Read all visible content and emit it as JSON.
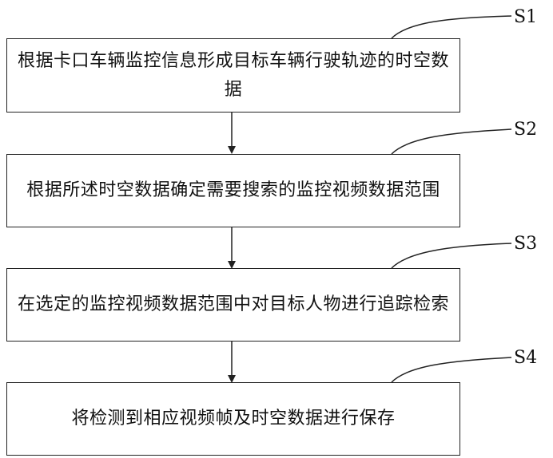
{
  "steps": [
    {
      "id": "S1",
      "text": "根据卡口车辆监控信息形成目标车辆行驶轨迹的时空数据"
    },
    {
      "id": "S2",
      "text": "根据所述时空数据确定需要搜索的监控视频数据范围"
    },
    {
      "id": "S3",
      "text": "在选定的监控视频数据范围中对目标人物进行追踪检索"
    },
    {
      "id": "S4",
      "text": "将检测到相应视频帧及时空数据进行保存"
    }
  ]
}
